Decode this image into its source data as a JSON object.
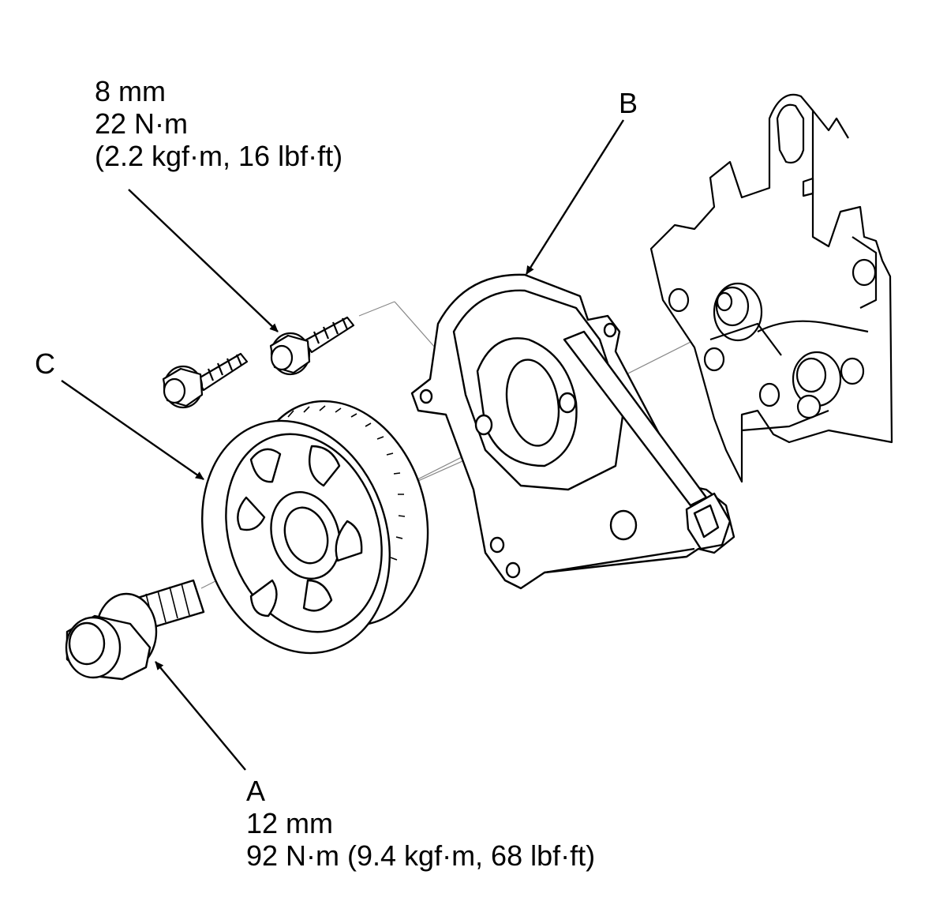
{
  "callouts": {
    "top_bolt": {
      "size": "8 mm",
      "torque": "22 N·m",
      "torque_alt": "(2.2 kgf·m, 16 lbf·ft)"
    },
    "b": {
      "letter": "B"
    },
    "c": {
      "letter": "C"
    },
    "a": {
      "letter": "A",
      "size": "12 mm",
      "torque": "92 N·m (9.4 kgf·m, 68 lbf·ft)"
    }
  },
  "colors": {
    "ink": "#000000",
    "background": "#ffffff",
    "guide": "#888888"
  }
}
